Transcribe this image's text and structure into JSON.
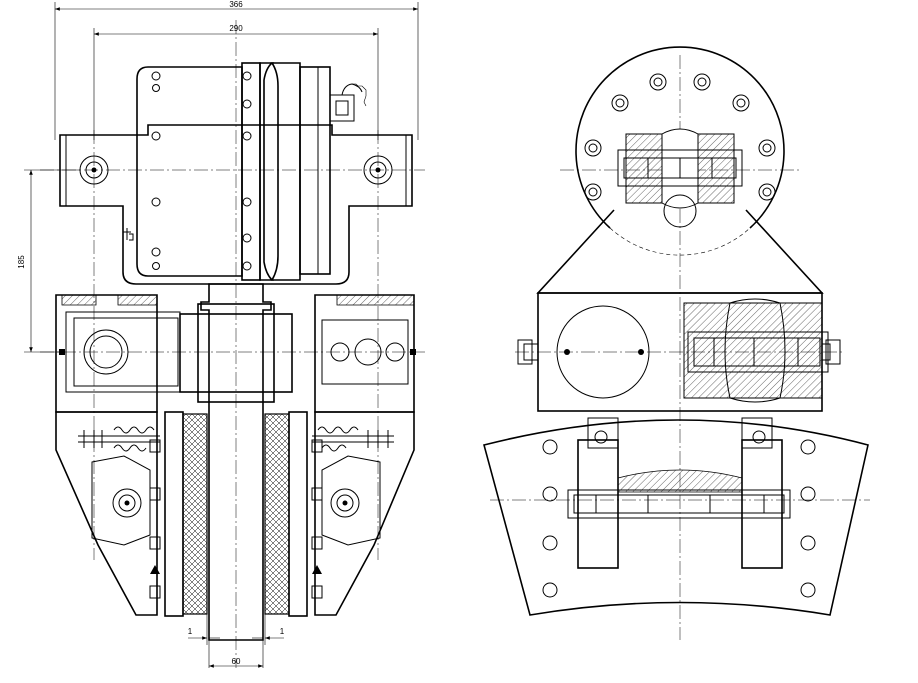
{
  "dimensions": {
    "overall_width": "366",
    "mount_spacing": "290",
    "height_185": "185",
    "clearance_left": "1",
    "clearance_right": "1",
    "disc_thickness": "60"
  },
  "views": {
    "front": "front-view",
    "side": "side-view"
  },
  "colors": {
    "line": "#000000",
    "background": "#ffffff"
  }
}
